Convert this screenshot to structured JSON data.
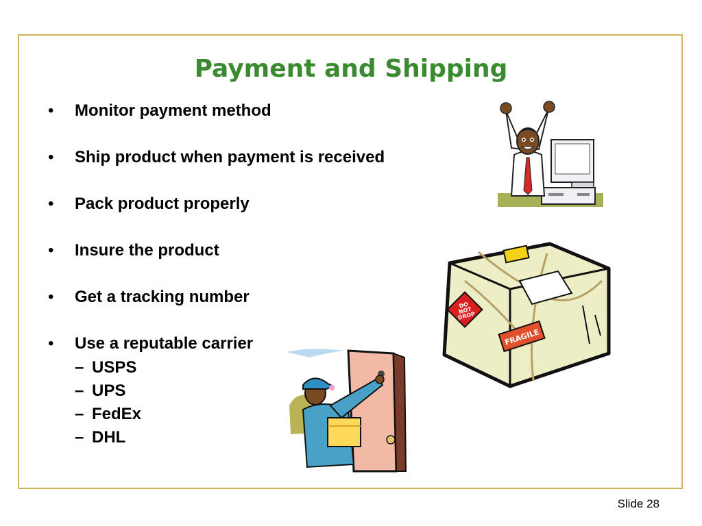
{
  "slide": {
    "title": "Payment and Shipping",
    "bullets": [
      "Monitor payment method",
      "Ship product when payment is received",
      "Pack product properly",
      "Insure the product",
      "Get a tracking number",
      "Use a reputable carrier"
    ],
    "carriers": [
      "USPS",
      "UPS",
      "FedEx",
      "DHL"
    ],
    "slide_number": "Slide 28",
    "box_labels": {
      "do_not_drop": "DO NOT DROP",
      "fragile": "FRAGILE"
    }
  },
  "colors": {
    "title": "#3a8a2f",
    "border": "#d1b35c"
  }
}
